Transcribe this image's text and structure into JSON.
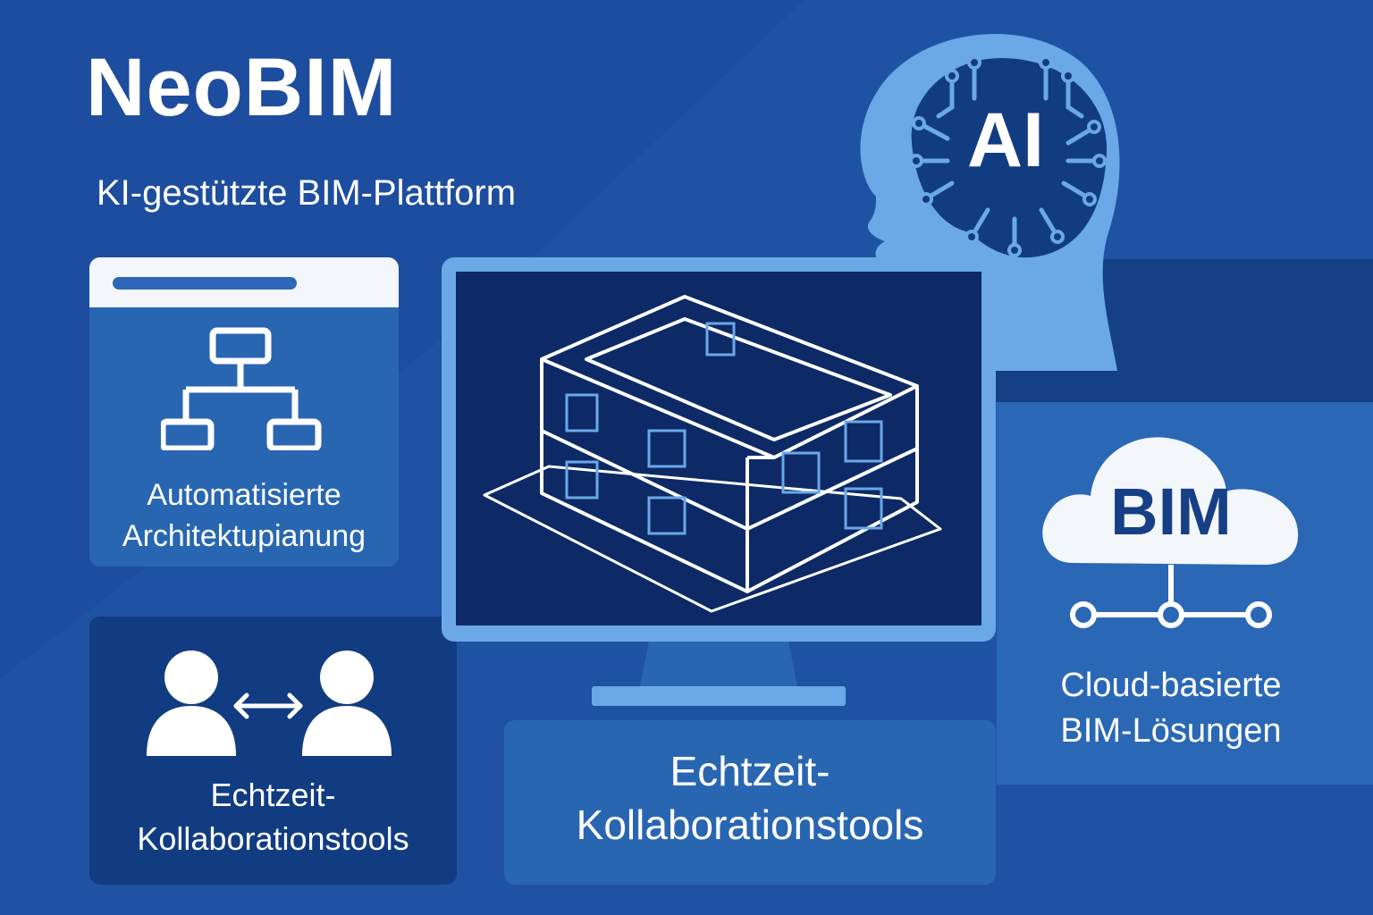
{
  "header": {
    "title": "NeoBIM",
    "subtitle": "KI-gestützte BIM-Plattform"
  },
  "cards": {
    "automation": {
      "icon": "flowchart-icon",
      "line1": "Automatisierte",
      "line2": "Architektupianung"
    },
    "collaboration": {
      "icon": "users-exchange-icon",
      "line1": "Echtzeit-",
      "line2": "Kollaborationstools"
    },
    "center": {
      "line1": "Echtzeit-",
      "line2": "Kollaborationstools"
    },
    "cloud": {
      "icon": "cloud-network-icon",
      "badge": "BIM",
      "line1": "Cloud-basierte",
      "line2": "BIM-Lösungen"
    }
  },
  "ai_head": {
    "icon": "ai-brain-head-icon",
    "label": "AI"
  },
  "monitor": {
    "icon": "building-model-icon"
  },
  "colors": {
    "background": "#1d4d9e",
    "card_light": "#2966b2",
    "card_dark": "#123c82",
    "accent_light": "#6aa8e8",
    "monitor_screen": "#0d2a66"
  }
}
